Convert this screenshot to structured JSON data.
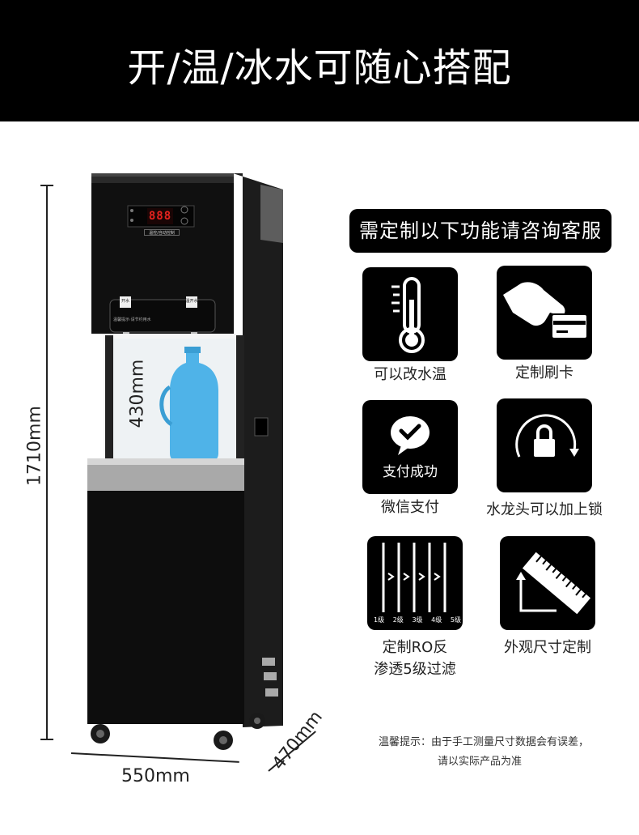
{
  "banner": {
    "title": "开/温/冰水可随心搭配"
  },
  "dimensions": {
    "height": "1710mm",
    "width": "550mm",
    "depth": "470mm",
    "tap_clearance": "430mm"
  },
  "machine": {
    "display_digits": "888",
    "panel_label": "温控/自动控制",
    "tap_left_label": "开水",
    "tap_right_label": "温开水",
    "footer_label": "温馨提示·请节约用水"
  },
  "custom": {
    "heading": "需定制以下功能请咨询客服",
    "features": [
      {
        "label": "可以改水温"
      },
      {
        "label": "定制刷卡"
      },
      {
        "label": "微信支付",
        "tile_text": "支付成功"
      },
      {
        "label": "水龙头可以加上锁"
      },
      {
        "label_line1": "定制RO反",
        "label_line2": "渗透5级过滤",
        "stages": [
          "1级",
          "2级",
          "3级",
          "4级",
          "5级"
        ]
      },
      {
        "label": "外观尺寸定制"
      }
    ]
  },
  "note": {
    "line1": "温馨提示：由于手工测量尺寸数据会有误差，",
    "line2": "请以实际产品为准"
  },
  "colors": {
    "banner": "#000000",
    "panel": "#0d0d0d",
    "display": "#e5231e",
    "bottle": "#4fb3e8"
  }
}
